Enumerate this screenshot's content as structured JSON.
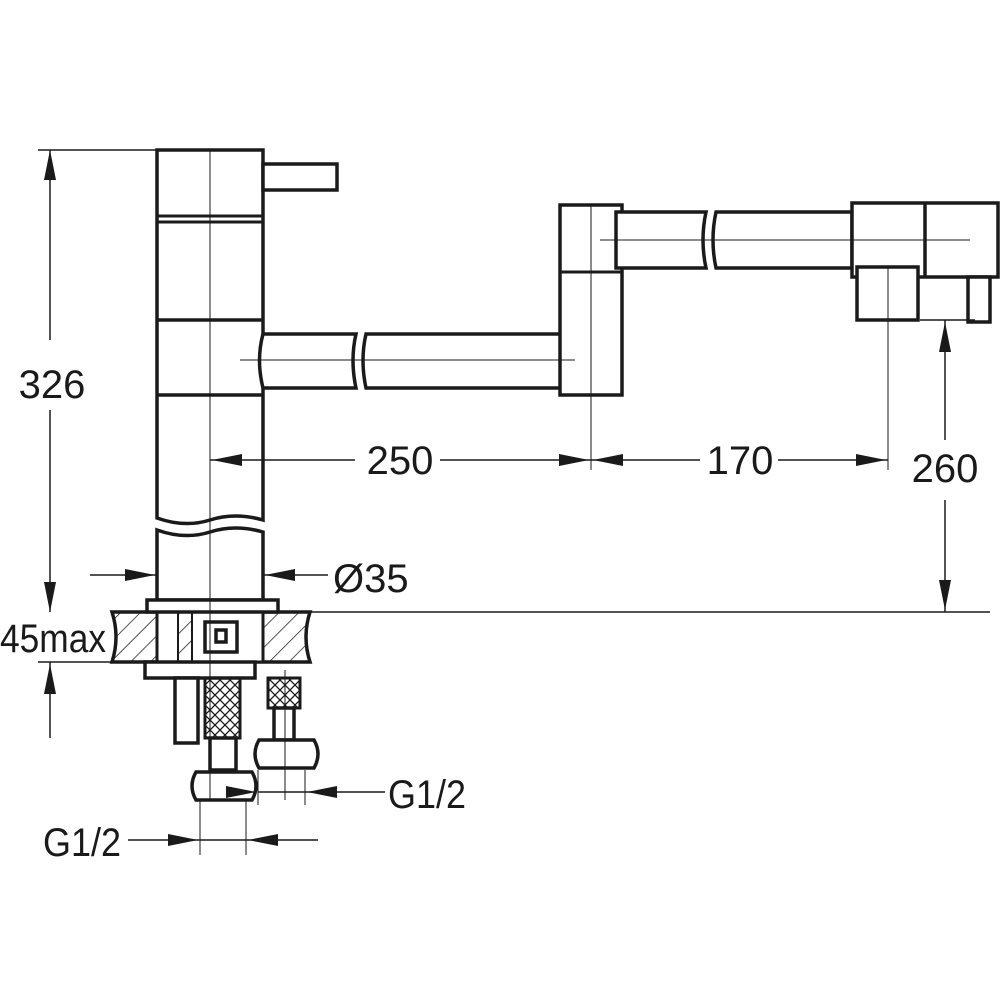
{
  "drawing": {
    "title": "Faucet dimension drawing",
    "dimensions": {
      "total_height": "326",
      "spout_reach_1": "250",
      "spout_reach_2": "170",
      "outlet_height": "260",
      "body_diameter": "Ø35",
      "counter_thickness": "45max",
      "connection_1": "G1/2",
      "connection_2": "G1/2"
    },
    "colors": {
      "line": "#1a1a1a",
      "background": "#ffffff"
    }
  }
}
